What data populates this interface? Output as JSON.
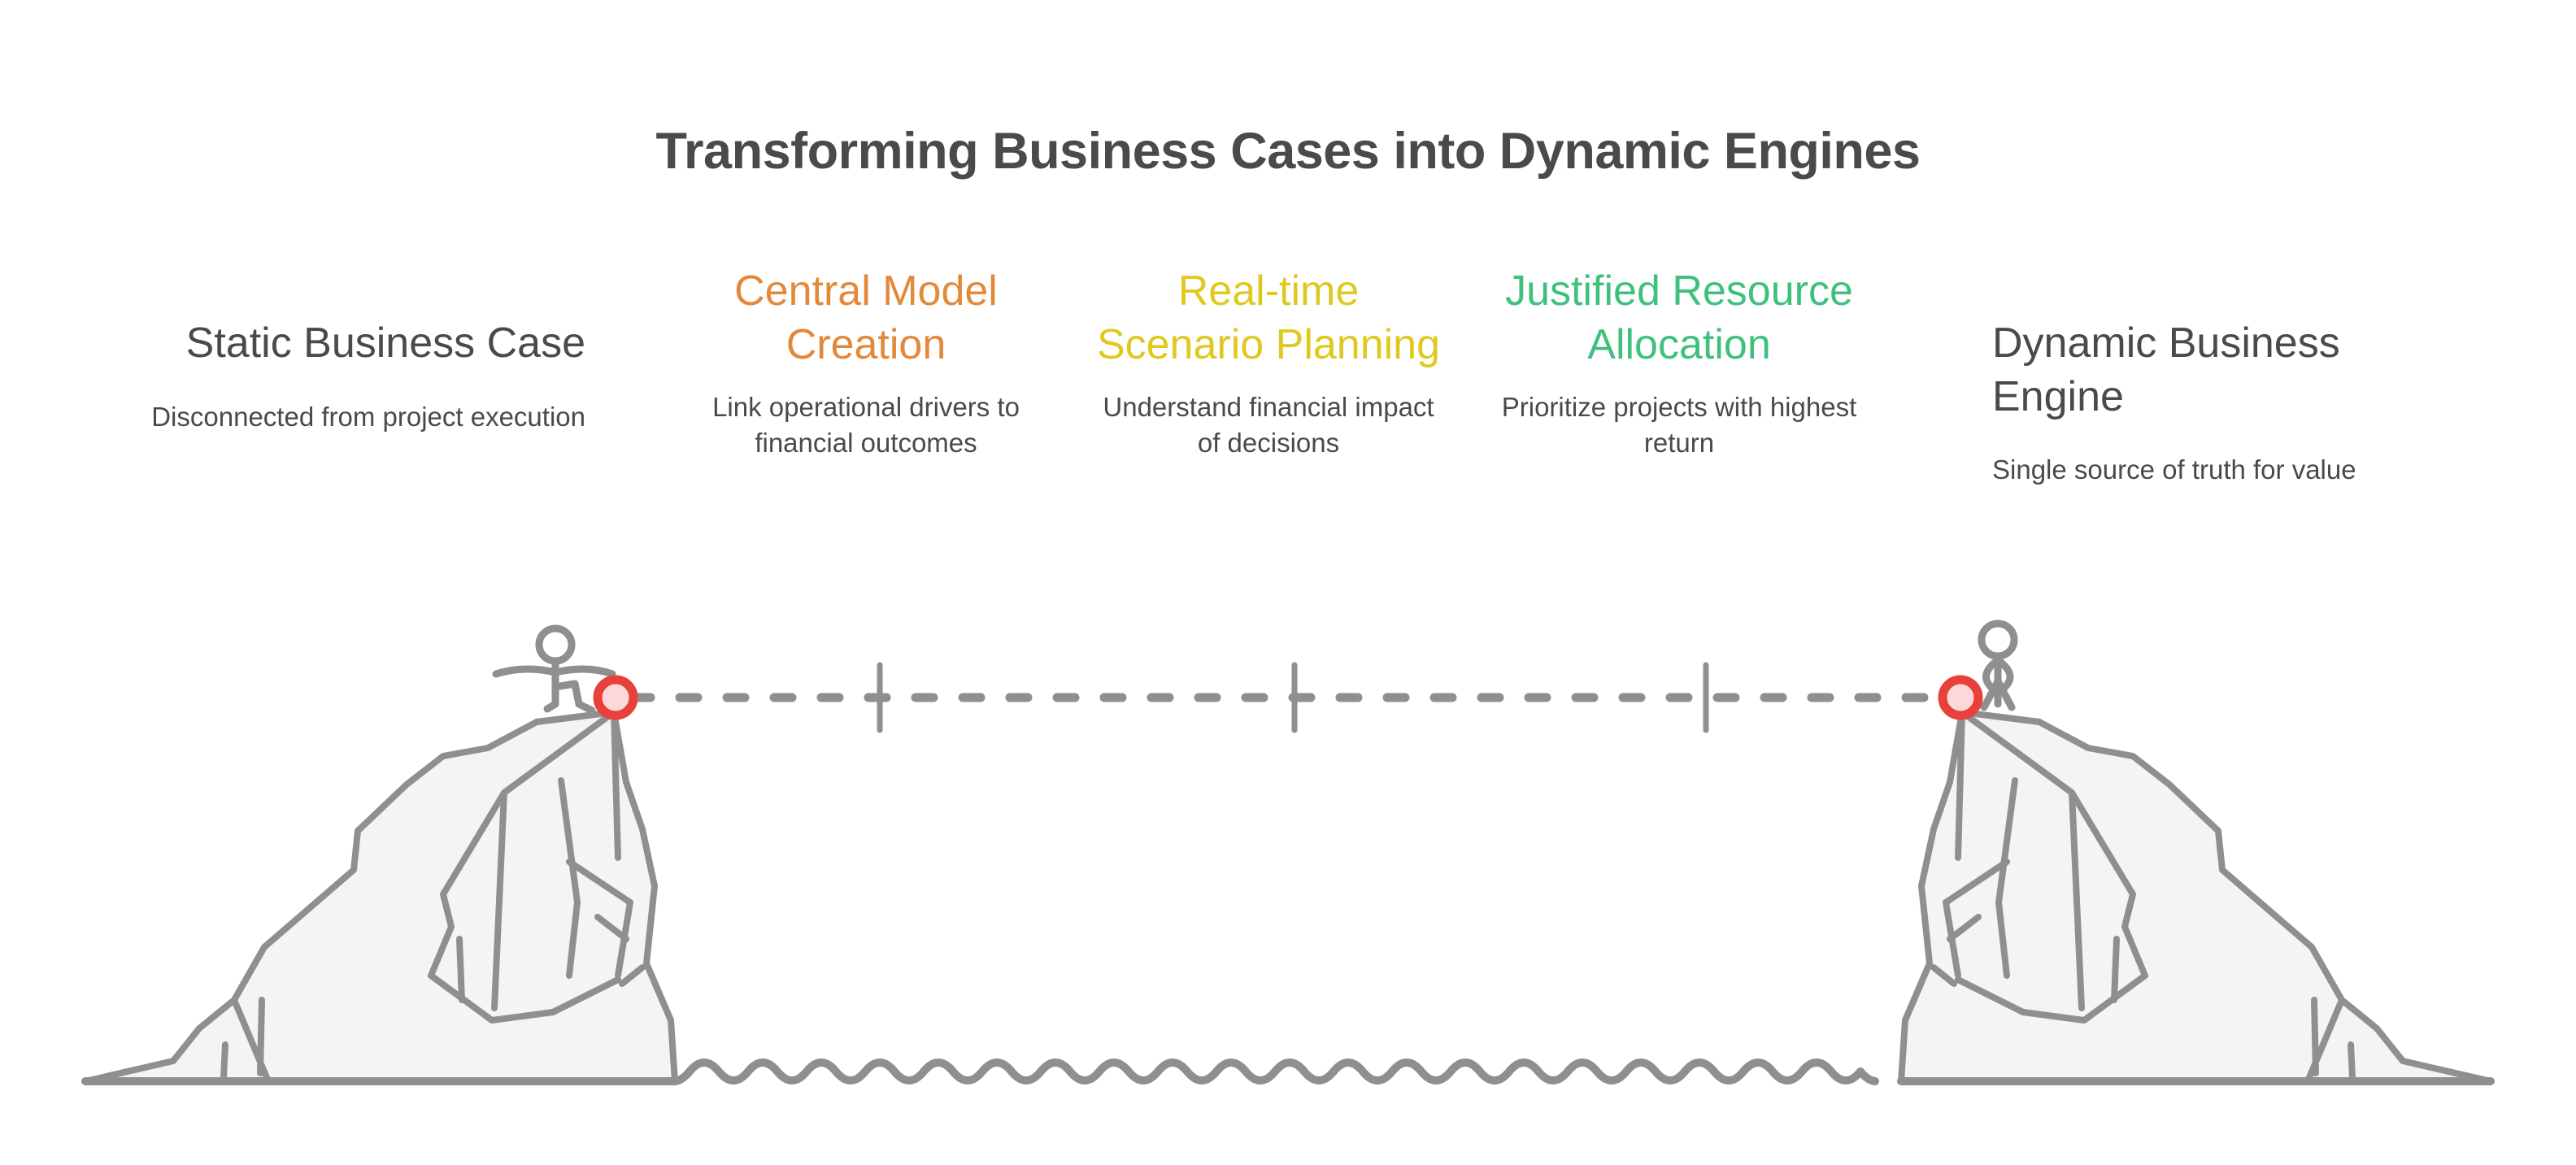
{
  "title": "Transforming Business Cases into Dynamic Engines",
  "columns": [
    {
      "id": "static-business-case",
      "heading": "Static Business Case",
      "subtitle": "Disconnected from project execution",
      "color": "#4a4a4a",
      "align": "right"
    },
    {
      "id": "central-model-creation",
      "heading": "Central Model Creation",
      "subtitle": "Link operational drivers to financial outcomes",
      "color": "#e2893b",
      "align": "center"
    },
    {
      "id": "real-time-scenario-planning",
      "heading": "Real-time Scenario Planning",
      "subtitle": "Understand financial impact of decisions",
      "color": "#dfc91f",
      "align": "center"
    },
    {
      "id": "justified-resource-allocation",
      "heading": "Justified Resource Allocation",
      "subtitle": "Prioritize projects with highest return",
      "color": "#3fc07d",
      "align": "center"
    },
    {
      "id": "dynamic-business-engine",
      "heading": "Dynamic Business Engine",
      "subtitle": "Single source of truth for value",
      "color": "#4a4a4a",
      "align": "left"
    }
  ],
  "illustration": {
    "left_peak_label": "climber-on-static-peak",
    "right_peak_label": "climber-on-dynamic-peak",
    "connector_label": "dashed-journey-connector",
    "milestone_count": 3,
    "water_label": "wavy-water-line",
    "ground_label": "ground-baseline"
  },
  "palette": {
    "title": "#4a4a4a",
    "body": "#4a4a4a",
    "orange": "#e2893b",
    "yellow": "#dfc91f",
    "green": "#3fc07d",
    "marker_ring": "#e8413c",
    "marker_fill": "#fad9d8",
    "line": "#8f8f8f",
    "mountain_fill": "#f4f4f4",
    "background": "#ffffff"
  }
}
